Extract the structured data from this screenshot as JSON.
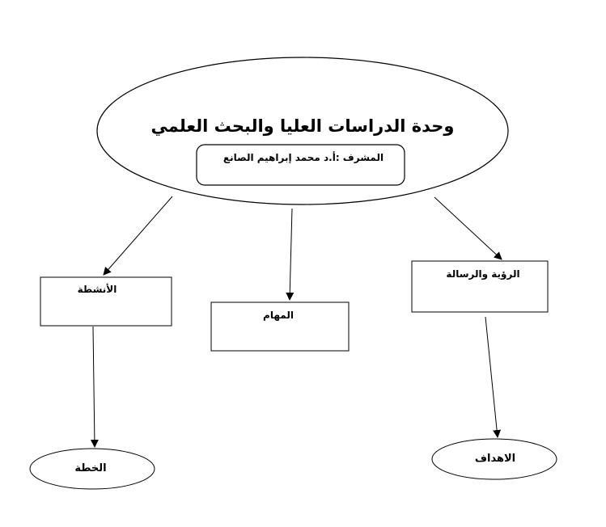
{
  "title": "وحدة الدراسات العليا والبحث العلمي",
  "supervisor": "المشرف :أ.د محمد إبراهيم الصانع",
  "nodes": {
    "activities": "الأنشطة",
    "tasks": "المهام",
    "vision_mission": "الرؤية والرسالة",
    "plan": "الخطة",
    "goals": "الاهداف"
  }
}
